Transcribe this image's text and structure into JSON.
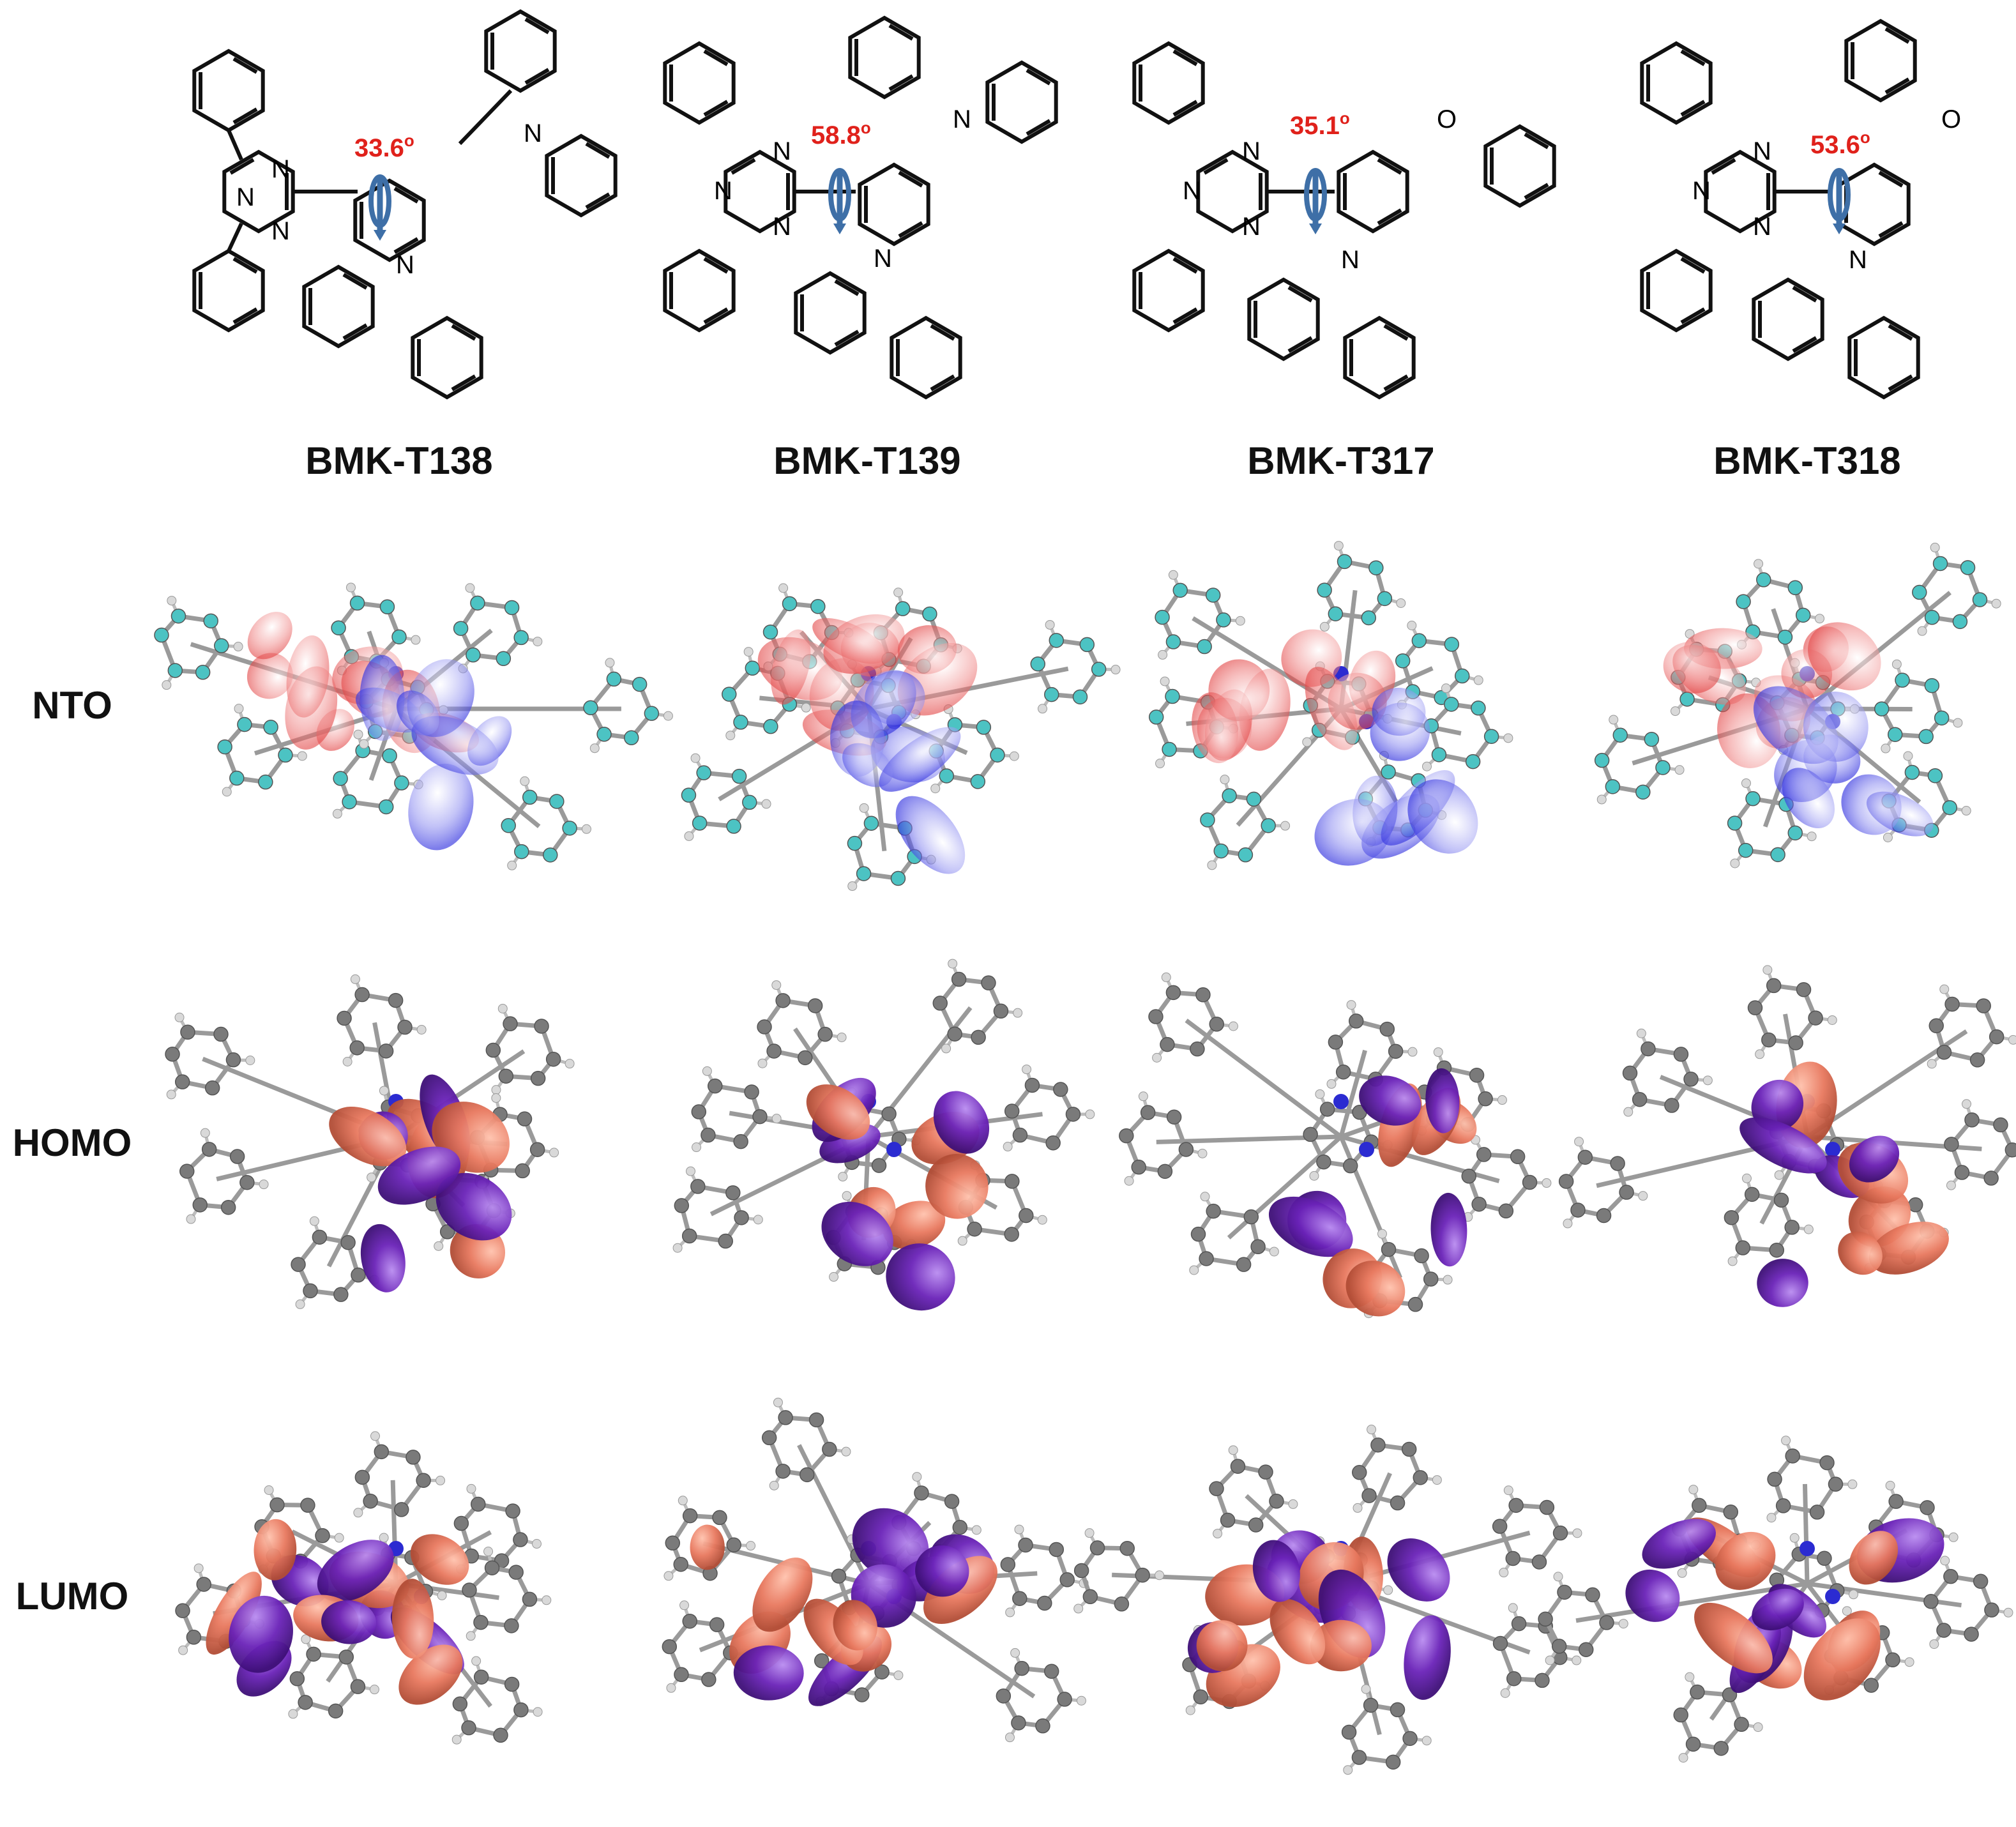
{
  "compounds": [
    {
      "name": "BMK-T138",
      "angle": "33.6",
      "angle_unit": "o"
    },
    {
      "name": "BMK-T139",
      "angle": "58.8",
      "angle_unit": "o"
    },
    {
      "name": "BMK-T317",
      "angle": "35.1",
      "angle_unit": "o"
    },
    {
      "name": "BMK-T318",
      "angle": "53.6",
      "angle_unit": "o"
    }
  ],
  "row_labels": {
    "nto": "NTO",
    "homo": "HOMO",
    "lumo": "LUMO"
  },
  "atom_labels": {
    "nitrogen": "N",
    "oxygen": "O"
  },
  "colors": {
    "angle_text": "#e0211b",
    "rotation_arrow": "#3e6fa7",
    "bond": "#111111",
    "nto_hole": "#e34b4b",
    "nto_electron": "#3a3ae0",
    "orbital_orange": "#e8785e",
    "orbital_purple": "#6a22b8",
    "carbon": "#7a7a7a",
    "carbon_nto": "#4cc3c3",
    "hydrogen": "#d9d9d9",
    "nitrogen_atom": "#2b2bd1",
    "oxygen_atom": "#d12b2b"
  }
}
